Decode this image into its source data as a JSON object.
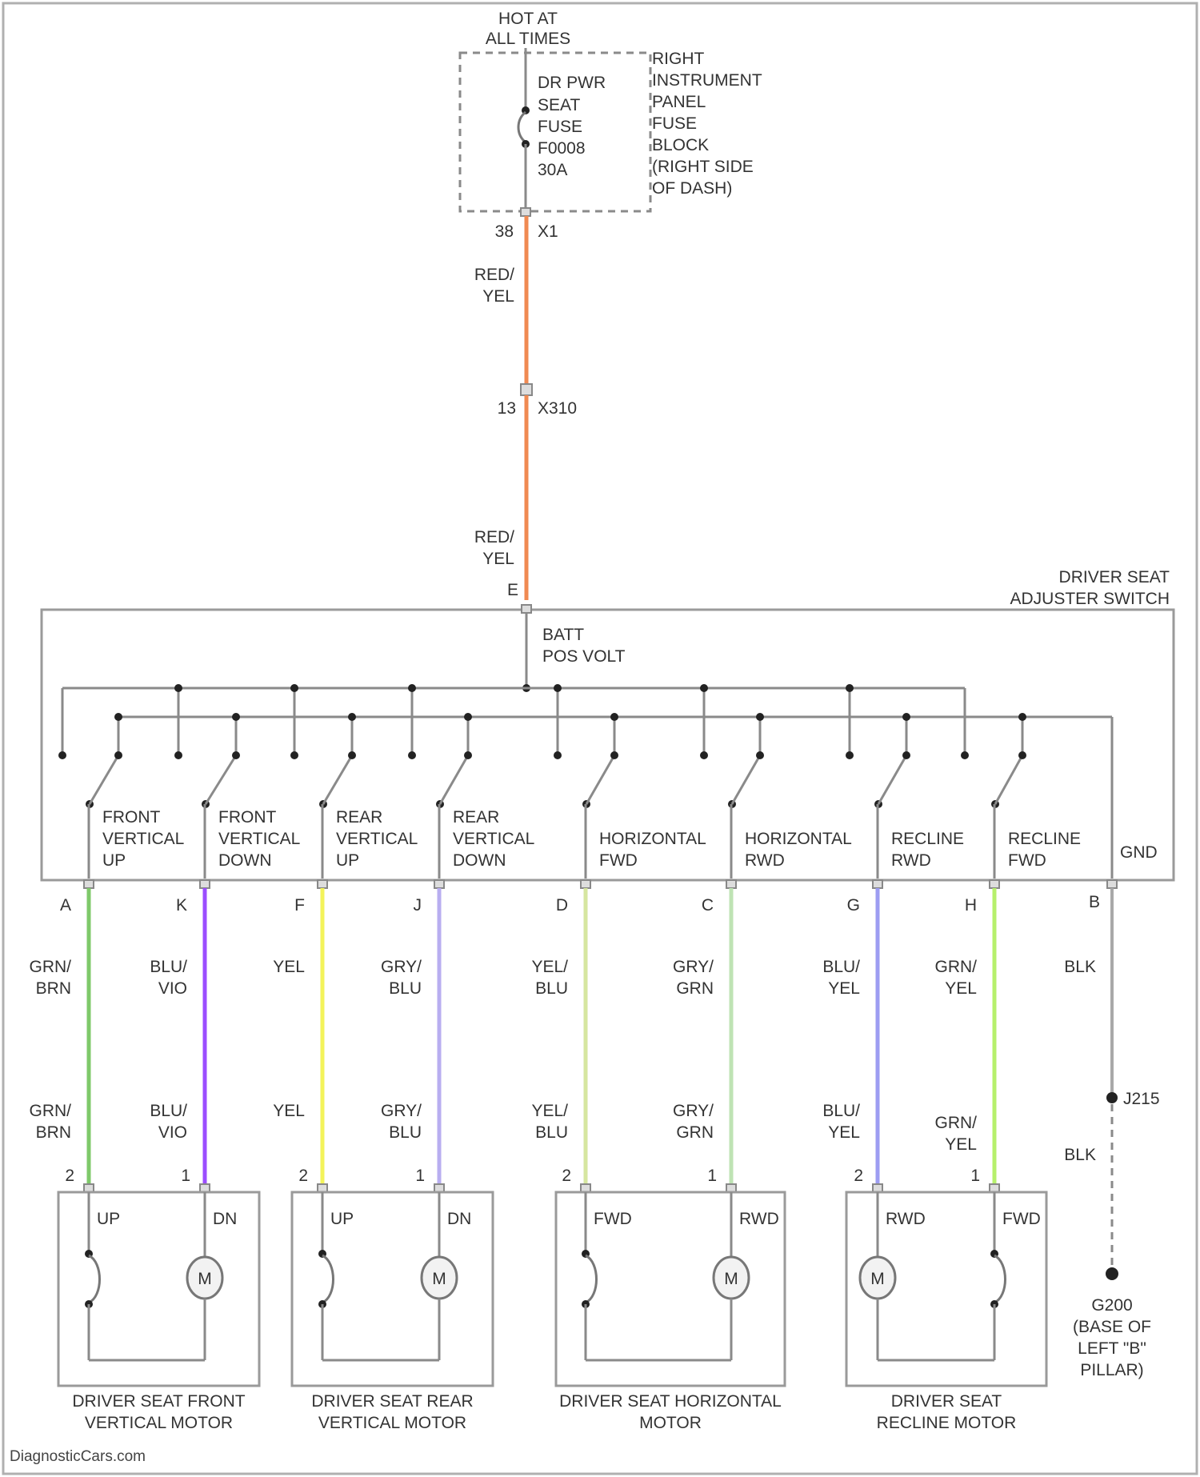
{
  "power": {
    "hot_label": [
      "HOT AT",
      "ALL TIMES"
    ],
    "fuse_label": [
      "DR PWR",
      "SEAT",
      "FUSE",
      "F0008",
      "30A"
    ],
    "fuse_block_label": [
      "RIGHT",
      "INSTRUMENT",
      "PANEL",
      "FUSE",
      "BLOCK",
      "(RIGHT SIDE",
      "OF DASH)"
    ],
    "pin_fuse": "38",
    "conn_fuse": "X1",
    "wire1": [
      "RED/",
      "YEL"
    ],
    "pin_inline": "13",
    "conn_inline": "X310",
    "wire2": [
      "RED/",
      "YEL"
    ],
    "pin_switch_in": "E"
  },
  "switch": {
    "title": [
      "DRIVER SEAT",
      "ADJUSTER SWITCH"
    ],
    "batt_label": [
      "BATT",
      "POS VOLT"
    ],
    "gnd_label": "GND",
    "contacts": [
      {
        "label": [
          "FRONT",
          "VERTICAL",
          "UP"
        ]
      },
      {
        "label": [
          "FRONT",
          "VERTICAL",
          "DOWN"
        ]
      },
      {
        "label": [
          "REAR",
          "VERTICAL",
          "UP"
        ]
      },
      {
        "label": [
          "REAR",
          "VERTICAL",
          "DOWN"
        ]
      },
      {
        "label": [
          "HORIZONTAL",
          "FWD"
        ]
      },
      {
        "label": [
          "HORIZONTAL",
          "RWD"
        ]
      },
      {
        "label": [
          "RECLINE",
          "RWD"
        ]
      },
      {
        "label": [
          "RECLINE",
          "FWD"
        ]
      }
    ]
  },
  "wires": [
    {
      "pin": "A",
      "color": "#7fc96a",
      "top": [
        "GRN/",
        "BRN"
      ],
      "bottom": [
        "GRN/",
        "BRN"
      ],
      "motor_pin": "2"
    },
    {
      "pin": "K",
      "color": "#9b4dff",
      "top": [
        "BLU/",
        "VIO"
      ],
      "bottom": [
        "BLU/",
        "VIO"
      ],
      "motor_pin": "1"
    },
    {
      "pin": "F",
      "color": "#f3f35a",
      "top": [
        "YEL"
      ],
      "bottom": [
        "YEL"
      ],
      "motor_pin": "2"
    },
    {
      "pin": "J",
      "color": "#b8aef0",
      "top": [
        "GRY/",
        "BLU"
      ],
      "bottom": [
        "GRY/",
        "BLU"
      ],
      "motor_pin": "1"
    },
    {
      "pin": "D",
      "color": "#d6e6a0",
      "top": [
        "YEL/",
        "BLU"
      ],
      "bottom": [
        "YEL/",
        "BLU"
      ],
      "motor_pin": "2"
    },
    {
      "pin": "C",
      "color": "#bfe3b4",
      "top": [
        "GRY/",
        "GRN"
      ],
      "bottom": [
        "GRY/",
        "GRN"
      ],
      "motor_pin": "1"
    },
    {
      "pin": "G",
      "color": "#9d9df2",
      "top": [
        "BLU/",
        "YEL"
      ],
      "bottom": [
        "BLU/",
        "YEL"
      ],
      "motor_pin": "2"
    },
    {
      "pin": "H",
      "color": "#b6f06c",
      "top": [
        "GRN/",
        "YEL"
      ],
      "bottom": [
        "GRN/",
        "YEL"
      ],
      "motor_pin": "1"
    }
  ],
  "ground": {
    "pin": "B",
    "wire_top": "BLK",
    "splice": "J215",
    "wire_bottom": "BLK",
    "location": [
      "G200",
      "(BASE OF",
      "LEFT \"B\"",
      "PILLAR)"
    ]
  },
  "motors": [
    {
      "name": [
        "DRIVER SEAT FRONT",
        "VERTICAL MOTOR"
      ],
      "left_label": "UP",
      "right_label": "DN",
      "m": "M"
    },
    {
      "name": [
        "DRIVER SEAT REAR",
        "VERTICAL MOTOR"
      ],
      "left_label": "UP",
      "right_label": "DN",
      "m": "M"
    },
    {
      "name": [
        "DRIVER SEAT HORIZONTAL",
        "MOTOR"
      ],
      "left_label": "FWD",
      "right_label": "RWD",
      "m": "M"
    },
    {
      "name": [
        "DRIVER SEAT",
        "RECLINE MOTOR"
      ],
      "left_label": "RWD",
      "right_label": "FWD",
      "m": "M"
    }
  ],
  "colors": {
    "power_wire": "#f08a52",
    "ground_wire": "#a8a8a8"
  },
  "watermark": "DiagnosticCars.com"
}
